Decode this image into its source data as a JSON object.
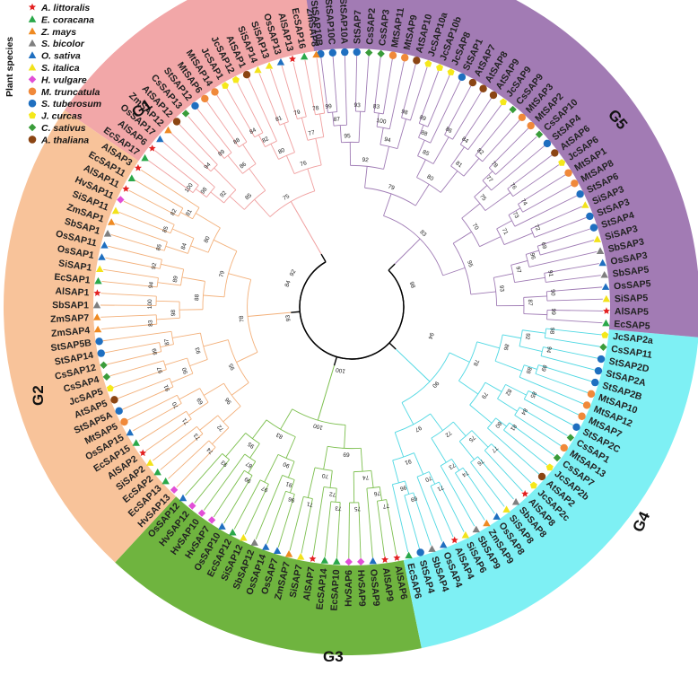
{
  "legend": {
    "title": "Plant species",
    "items": [
      {
        "key": "A",
        "label": "A. littoralis",
        "shape": "star",
        "color": "#e32020"
      },
      {
        "key": "E",
        "label": "E. coracana",
        "shape": "tri",
        "color": "#2aa84a"
      },
      {
        "key": "Z",
        "label": "Z. mays",
        "shape": "tri",
        "color": "#ef8a22"
      },
      {
        "key": "Sb",
        "label": "S. bicolor",
        "shape": "tri",
        "color": "#7f7f7f"
      },
      {
        "key": "O",
        "label": "O. sativa",
        "shape": "tri",
        "color": "#1f6fc0"
      },
      {
        "key": "Si",
        "label": "S. italica",
        "shape": "tri",
        "color": "#f2e21b"
      },
      {
        "key": "H",
        "label": "H. vulgare",
        "shape": "diamond",
        "color": "#e14fd6"
      },
      {
        "key": "M",
        "label": "M. truncatula",
        "shape": "circle",
        "color": "#f0893a"
      },
      {
        "key": "St",
        "label": "S. tuberosum",
        "shape": "circle",
        "color": "#1f6fc0"
      },
      {
        "key": "J",
        "label": "J. curcas",
        "shape": "pentagon",
        "color": "#f5e81a"
      },
      {
        "key": "C",
        "label": "C. sativus",
        "shape": "diamond",
        "color": "#3a9c3a"
      },
      {
        "key": "At",
        "label": "A. thaliana",
        "shape": "circle",
        "color": "#8b4513"
      }
    ]
  },
  "groups": [
    {
      "name": "G1",
      "color": "#f2a7a8",
      "line": "#f0a0a0"
    },
    {
      "name": "G2",
      "color": "#f8c39a",
      "line": "#f3b07a"
    },
    {
      "name": "G3",
      "color": "#6fb43f",
      "line": "#7cbf4e"
    },
    {
      "name": "G4",
      "color": "#7ef0f4",
      "line": "#4fd8e3"
    },
    {
      "name": "G5",
      "color": "#a27bb4",
      "line": "#a07cb5"
    }
  ],
  "leaves": [
    {
      "l": "StSAP10B",
      "s": "St",
      "g": 4
    },
    {
      "l": "StSAP10C",
      "s": "St",
      "g": 4
    },
    {
      "l": "StSAP10A",
      "s": "St",
      "g": 4
    },
    {
      "l": "StSAP7",
      "s": "St",
      "g": 4
    },
    {
      "l": "CsSAP2",
      "s": "C",
      "g": 4
    },
    {
      "l": "CsSAP3",
      "s": "C",
      "g": 4
    },
    {
      "l": "MtSAP11",
      "s": "M",
      "g": 4
    },
    {
      "l": "MtSAP9",
      "s": "M",
      "g": 4
    },
    {
      "l": "AtSAP10",
      "s": "At",
      "g": 4
    },
    {
      "l": "JcSAP10a",
      "s": "J",
      "g": 4
    },
    {
      "l": "JcSAP10b",
      "s": "J",
      "g": 4
    },
    {
      "l": "JcSAP8",
      "s": "J",
      "g": 4
    },
    {
      "l": "StSAP1",
      "s": "St",
      "g": 4
    },
    {
      "l": "AtSAP7",
      "s": "At",
      "g": 4
    },
    {
      "l": "AtSAP8",
      "s": "At",
      "g": 4
    },
    {
      "l": "AtSAP9",
      "s": "At",
      "g": 4
    },
    {
      "l": "JcSAP9",
      "s": "J",
      "g": 4
    },
    {
      "l": "CsSAP9",
      "s": "C",
      "g": 4
    },
    {
      "l": "MtSAP3",
      "s": "M",
      "g": 4
    },
    {
      "l": "MtSAP2",
      "s": "M",
      "g": 4
    },
    {
      "l": "CsSAP10",
      "s": "C",
      "g": 4
    },
    {
      "l": "StSAP4",
      "s": "St",
      "g": 4
    },
    {
      "l": "AtSAP6",
      "s": "At",
      "g": 4
    },
    {
      "l": "JcSAP6",
      "s": "J",
      "g": 4
    },
    {
      "l": "MtSAP1",
      "s": "M",
      "g": 4
    },
    {
      "l": "MtSAP8",
      "s": "M",
      "g": 4
    },
    {
      "l": "StSAP6",
      "s": "St",
      "g": 4
    },
    {
      "l": "SiSAP3",
      "s": "Si",
      "g": 4
    },
    {
      "l": "StSAP3",
      "s": "St",
      "g": 4
    },
    {
      "l": "StSAP4",
      "s": "St",
      "g": 4
    },
    {
      "l": "SiSAP3",
      "s": "Si",
      "g": 4
    },
    {
      "l": "SbSAP3",
      "s": "Sb",
      "g": 4
    },
    {
      "l": "OsSAP3",
      "s": "O",
      "g": 4
    },
    {
      "l": "SbSAP5",
      "s": "Sb",
      "g": 4
    },
    {
      "l": "OsSAP5",
      "s": "O",
      "g": 4
    },
    {
      "l": "SiSAP5",
      "s": "Si",
      "g": 4
    },
    {
      "l": "AlSAP5",
      "s": "A",
      "g": 4
    },
    {
      "l": "EcSAP5",
      "s": "E",
      "g": 4
    },
    {
      "l": "JcSAP2a",
      "s": "J",
      "g": 3
    },
    {
      "l": "CsSAP11",
      "s": "C",
      "g": 3
    },
    {
      "l": "StSAP2D",
      "s": "St",
      "g": 3
    },
    {
      "l": "StSAP2A",
      "s": "St",
      "g": 3
    },
    {
      "l": "StSAP2B",
      "s": "St",
      "g": 3
    },
    {
      "l": "MtSAP10",
      "s": "M",
      "g": 3
    },
    {
      "l": "MtSAP12",
      "s": "M",
      "g": 3
    },
    {
      "l": "MtSAP7",
      "s": "M",
      "g": 3
    },
    {
      "l": "StSAP2C",
      "s": "St",
      "g": 3
    },
    {
      "l": "CsSAP1",
      "s": "C",
      "g": 3
    },
    {
      "l": "MtSAP13",
      "s": "M",
      "g": 3
    },
    {
      "l": "CsSAP7",
      "s": "C",
      "g": 3
    },
    {
      "l": "JcSAP2b",
      "s": "J",
      "g": 3
    },
    {
      "l": "AtSAP2",
      "s": "At",
      "g": 3
    },
    {
      "l": "JcSAP2c",
      "s": "J",
      "g": 3
    },
    {
      "l": "AlSAP8",
      "s": "A",
      "g": 3
    },
    {
      "l": "SbSAP8",
      "s": "Sb",
      "g": 3
    },
    {
      "l": "SiSAP8",
      "s": "Si",
      "g": 3
    },
    {
      "l": "OsSAP8",
      "s": "O",
      "g": 3
    },
    {
      "l": "ZmSAP9",
      "s": "Z",
      "g": 3
    },
    {
      "l": "SbSAP9",
      "s": "Sb",
      "g": 3
    },
    {
      "l": "SiSAP6",
      "s": "Si",
      "g": 3
    },
    {
      "l": "AlSAP4",
      "s": "A",
      "g": 3
    },
    {
      "l": "OsSAP4",
      "s": "O",
      "g": 3
    },
    {
      "l": "SbSAP4",
      "s": "Sb",
      "g": 3
    },
    {
      "l": "StSAP4",
      "s": "St",
      "g": 3
    },
    {
      "l": "EcSAP6",
      "s": "E",
      "g": 3
    },
    {
      "l": "AlSAP6",
      "s": "A",
      "g": 2
    },
    {
      "l": "AlSAP9",
      "s": "A",
      "g": 2
    },
    {
      "l": "OsSAP9",
      "s": "O",
      "g": 2
    },
    {
      "l": "HvSAP9",
      "s": "H",
      "g": 2
    },
    {
      "l": "HvSAP6",
      "s": "H",
      "g": 2
    },
    {
      "l": "EcSAP10",
      "s": "E",
      "g": 2
    },
    {
      "l": "EcSAP14",
      "s": "E",
      "g": 2
    },
    {
      "l": "AlSAP7",
      "s": "A",
      "g": 2
    },
    {
      "l": "SiSAP7",
      "s": "Si",
      "g": 2
    },
    {
      "l": "ZmSAP7",
      "s": "Z",
      "g": 2
    },
    {
      "l": "OsSAP7",
      "s": "O",
      "g": 2
    },
    {
      "l": "OsSAP14",
      "s": "O",
      "g": 2
    },
    {
      "l": "SbSAP12",
      "s": "Sb",
      "g": 2
    },
    {
      "l": "SiSAP12",
      "s": "Si",
      "g": 2
    },
    {
      "l": "EcSAP12",
      "s": "E",
      "g": 2
    },
    {
      "l": "OsSAP10",
      "s": "O",
      "g": 2
    },
    {
      "l": "HvSAP7",
      "s": "H",
      "g": 2
    },
    {
      "l": "HvSAP10",
      "s": "H",
      "g": 2
    },
    {
      "l": "HvSAP12",
      "s": "H",
      "g": 2
    },
    {
      "l": "OsSAP12",
      "s": "O",
      "g": 2
    },
    {
      "l": "HvSAP13",
      "s": "H",
      "g": 1
    },
    {
      "l": "EcSAP13",
      "s": "E",
      "g": 1
    },
    {
      "l": "EcSAP2",
      "s": "E",
      "g": 1
    },
    {
      "l": "SiSAP2",
      "s": "Si",
      "g": 1
    },
    {
      "l": "AlSAP2",
      "s": "A",
      "g": 1
    },
    {
      "l": "EcSAP15",
      "s": "E",
      "g": 1
    },
    {
      "l": "OsSAP15",
      "s": "O",
      "g": 1
    },
    {
      "l": "MtSAP5",
      "s": "M",
      "g": 1
    },
    {
      "l": "StSAP5A",
      "s": "St",
      "g": 1
    },
    {
      "l": "AtSAP5",
      "s": "At",
      "g": 1
    },
    {
      "l": "JcSAP5",
      "s": "J",
      "g": 1
    },
    {
      "l": "CsSAP4",
      "s": "C",
      "g": 1
    },
    {
      "l": "CsSAP12",
      "s": "C",
      "g": 1
    },
    {
      "l": "StSAP14",
      "s": "St",
      "g": 1
    },
    {
      "l": "StSAP5B",
      "s": "St",
      "g": 1
    },
    {
      "l": "ZmSAP4",
      "s": "Z",
      "g": 1
    },
    {
      "l": "ZmSAP7",
      "s": "Z",
      "g": 1
    },
    {
      "l": "SbSAP1",
      "s": "Sb",
      "g": 1
    },
    {
      "l": "AlSAP1",
      "s": "A",
      "g": 1
    },
    {
      "l": "EcSAP1",
      "s": "E",
      "g": 1
    },
    {
      "l": "SiSAP1",
      "s": "Si",
      "g": 1
    },
    {
      "l": "OsSAP1",
      "s": "O",
      "g": 1
    },
    {
      "l": "OsSAP11",
      "s": "O",
      "g": 1
    },
    {
      "l": "SbSAP1",
      "s": "Sb",
      "g": 1
    },
    {
      "l": "ZmSAP1",
      "s": "Z",
      "g": 1
    },
    {
      "l": "SiSAP11",
      "s": "Si",
      "g": 1
    },
    {
      "l": "HvSAP11",
      "s": "H",
      "g": 1
    },
    {
      "l": "AlSAP11",
      "s": "A",
      "g": 1
    },
    {
      "l": "EcSAP11",
      "s": "E",
      "g": 1
    },
    {
      "l": "AlSAP3",
      "s": "A",
      "g": 1
    },
    {
      "l": "EcSAP17",
      "s": "E",
      "g": 0
    },
    {
      "l": "AlSAP6",
      "s": "A",
      "g": 0
    },
    {
      "l": "OsSAP17",
      "s": "O",
      "g": 0
    },
    {
      "l": "ZmSAP12",
      "s": "Z",
      "g": 0
    },
    {
      "l": "AtSAP12",
      "s": "At",
      "g": 0
    },
    {
      "l": "CsSAP13",
      "s": "C",
      "g": 0
    },
    {
      "l": "StSAP12",
      "s": "St",
      "g": 0
    },
    {
      "l": "MtSAP6",
      "s": "M",
      "g": 0
    },
    {
      "l": "MtSAP14",
      "s": "M",
      "g": 0
    },
    {
      "l": "JcSAP1",
      "s": "J",
      "g": 0
    },
    {
      "l": "JcSAP12",
      "s": "J",
      "g": 0
    },
    {
      "l": "AtSAP1",
      "s": "At",
      "g": 0
    },
    {
      "l": "SiSAP14",
      "s": "Si",
      "g": 0
    },
    {
      "l": "SiSAP13",
      "s": "Si",
      "g": 0
    },
    {
      "l": "OsSAP13",
      "s": "O",
      "g": 0
    },
    {
      "l": "AlSAP13",
      "s": "A",
      "g": 0
    },
    {
      "l": "EcSAP16",
      "s": "E",
      "g": 0
    },
    {
      "l": "ZmSAP8",
      "s": "Z",
      "g": 0
    }
  ],
  "bootstrap": [
    "100",
    "98",
    "94",
    "92",
    "89",
    "88",
    "86",
    "85",
    "84",
    "82",
    "81",
    "80",
    "79",
    "78",
    "77",
    "76",
    "75",
    "74",
    "73",
    "72",
    "71",
    "70",
    "69",
    "96",
    "91",
    "97",
    "90",
    "99",
    "87",
    "93",
    "95",
    "83"
  ],
  "root_labels": [
    "100",
    "94",
    "98",
    "92",
    "93",
    "84"
  ]
}
